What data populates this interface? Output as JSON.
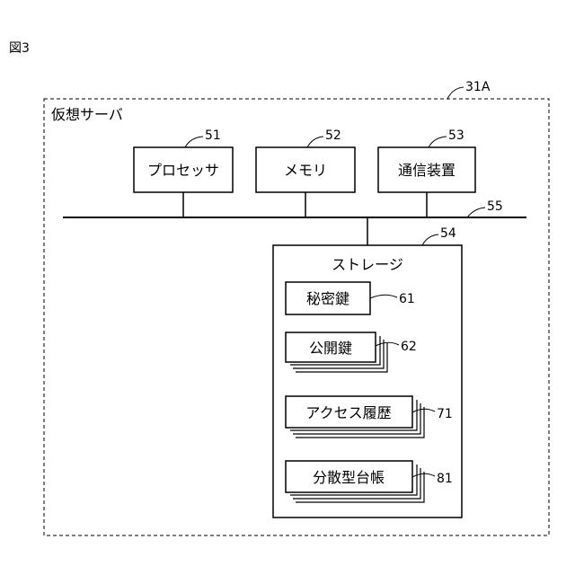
{
  "figure_label": "図3",
  "server": {
    "label": "仮想サーバ",
    "ref": "31A"
  },
  "components": [
    {
      "name": "プロセッサ",
      "ref": "51"
    },
    {
      "name": "メモリ",
      "ref": "52"
    },
    {
      "name": "通信装置",
      "ref": "53"
    }
  ],
  "bus": {
    "ref": "55"
  },
  "storage": {
    "label": "ストレージ",
    "ref": "54",
    "items": [
      {
        "name": "秘密鍵",
        "ref": "61"
      },
      {
        "name": "公開鍵",
        "ref": "62"
      },
      {
        "name": "アクセス履歴",
        "ref": "71"
      },
      {
        "name": "分散型台帳",
        "ref": "81"
      }
    ]
  }
}
